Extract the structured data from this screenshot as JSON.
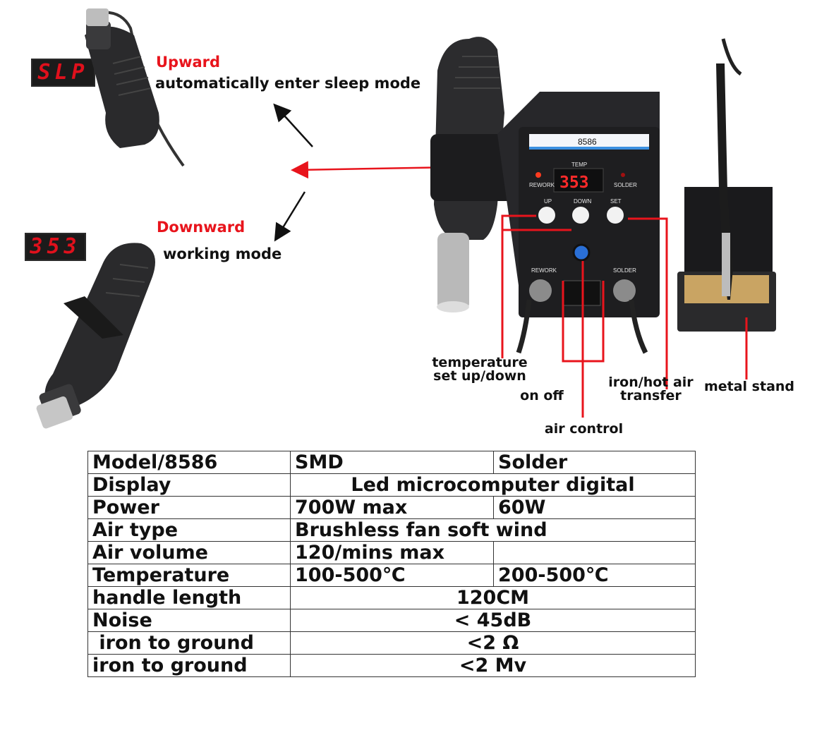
{
  "left": {
    "sleep_display": "SLP",
    "work_display": "353",
    "upward_title": "Upward",
    "upward_desc": "automatically enter sleep mode",
    "downward_title": "Downward",
    "downward_desc": "working mode"
  },
  "station": {
    "model_label": "8586",
    "temp_label": "TEMP",
    "display_value": "353",
    "rework_led_label": "REWORK",
    "solder_led_label": "SOLDER",
    "up_label": "UP",
    "down_label": "DOWN",
    "set_label": "SET",
    "rework_port_label": "REWORK",
    "solder_port_label": "SOLDER"
  },
  "callouts": {
    "temp_set_line1": "temperature",
    "temp_set_line2": "set up/down",
    "on_off": "on off",
    "air_control": "air control",
    "transfer_line1": "iron/hot air",
    "transfer_line2": "transfer",
    "metal_stand": "metal stand"
  },
  "colors": {
    "accent_red": "#e8141c",
    "led_red": "#e0101c",
    "body_dark": "#1e1e20"
  },
  "spec_table": {
    "rows": [
      {
        "label": "Model/8586",
        "col2": "SMD",
        "col3": "Solder"
      },
      {
        "label": "Display",
        "merged": "Led microcomputer digital"
      },
      {
        "label": "Power",
        "col2": "700W max",
        "col3": "60W"
      },
      {
        "label": "Air type",
        "merged_left": "Brushless fan soft wind"
      },
      {
        "label": "Air volume",
        "col2": "120/mins max",
        "col3": ""
      },
      {
        "label": "Temperature",
        "col2": "100-500℃",
        "col3": "200-500℃"
      },
      {
        "label": "handle length",
        "merged": "120CM"
      },
      {
        "label": "Noise",
        "merged": "< 45dB"
      },
      {
        "label": " iron to ground",
        "merged": "<2 Ω"
      },
      {
        "label": "iron to ground",
        "merged": "<2 Mv"
      }
    ]
  }
}
